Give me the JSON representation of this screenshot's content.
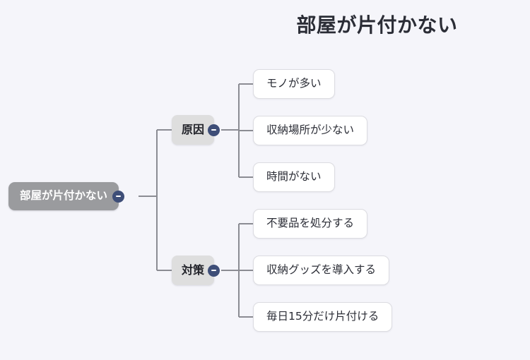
{
  "title": "部屋が片付かない",
  "colors": {
    "background": "#f5f5fa",
    "root_fill": "#9a9b9e",
    "branch_fill": "#dedede",
    "leaf_fill": "#ffffff",
    "leaf_border": "#dcdce1",
    "link_stroke": "#8b8c93",
    "toggle_fill": "#3e4e78",
    "title_text": "#2b2d36"
  },
  "mindmap": {
    "root": {
      "label": "部屋が片付かない",
      "toggle": "collapse-minus-icon"
    },
    "branches": [
      {
        "label": "原因",
        "toggle": "collapse-minus-icon",
        "children": [
          {
            "label": "モノが多い"
          },
          {
            "label": "収納場所が少ない"
          },
          {
            "label": "時間がない"
          }
        ]
      },
      {
        "label": "対策",
        "toggle": "collapse-minus-icon",
        "children": [
          {
            "label": "不要品を処分する"
          },
          {
            "label": "収納グッズを導入する"
          },
          {
            "label": "毎日15分だけ片付ける"
          }
        ]
      }
    ]
  }
}
